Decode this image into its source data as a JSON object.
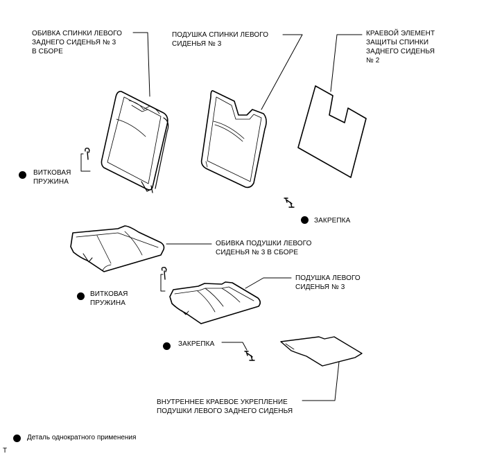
{
  "labels": {
    "seatback_cover": "ОБИВКА СПИНКИ ЛЕВОГО\nЗАДНЕГО СИДЕНЬЯ № 3\nВ СБОРЕ",
    "seatback_pad": "ПОДУШКА СПИНКИ ЛЕВОГО\nСИДЕНЬЯ № 3",
    "seatback_edge_protector": "КРАЕВОЙ ЭЛЕМЕНТ\nЗАЩИТЫ СПИНКИ\nЗАДНЕГО СИДЕНЬЯ\n№ 2",
    "spring_upper": "ВИТКОВАЯ\nПРУЖИНА",
    "clip_upper": "ЗАКРЕПКА",
    "cushion_cover": "ОБИВКА ПОДУШКИ ЛЕВОГО\nСИДЕНЬЯ № 3 В СБОРЕ",
    "spring_lower": "ВИТКОВАЯ\nПРУЖИНА",
    "cushion_pad": "ПОДУШКА ЛЕВОГО\nСИДЕНЬЯ № 3",
    "clip_lower": "ЗАКРЕПКА",
    "cushion_edge_support": "ВНУТРЕННЕЕ КРАЕВОЕ УКРЕПЛЕНИЕ\nПОДУШКИ ЛЕВОГО ЗАДНЕГО СИДЕНЬЯ"
  },
  "legend": {
    "text": "Деталь однократного применения"
  },
  "corner_mark": "T"
}
